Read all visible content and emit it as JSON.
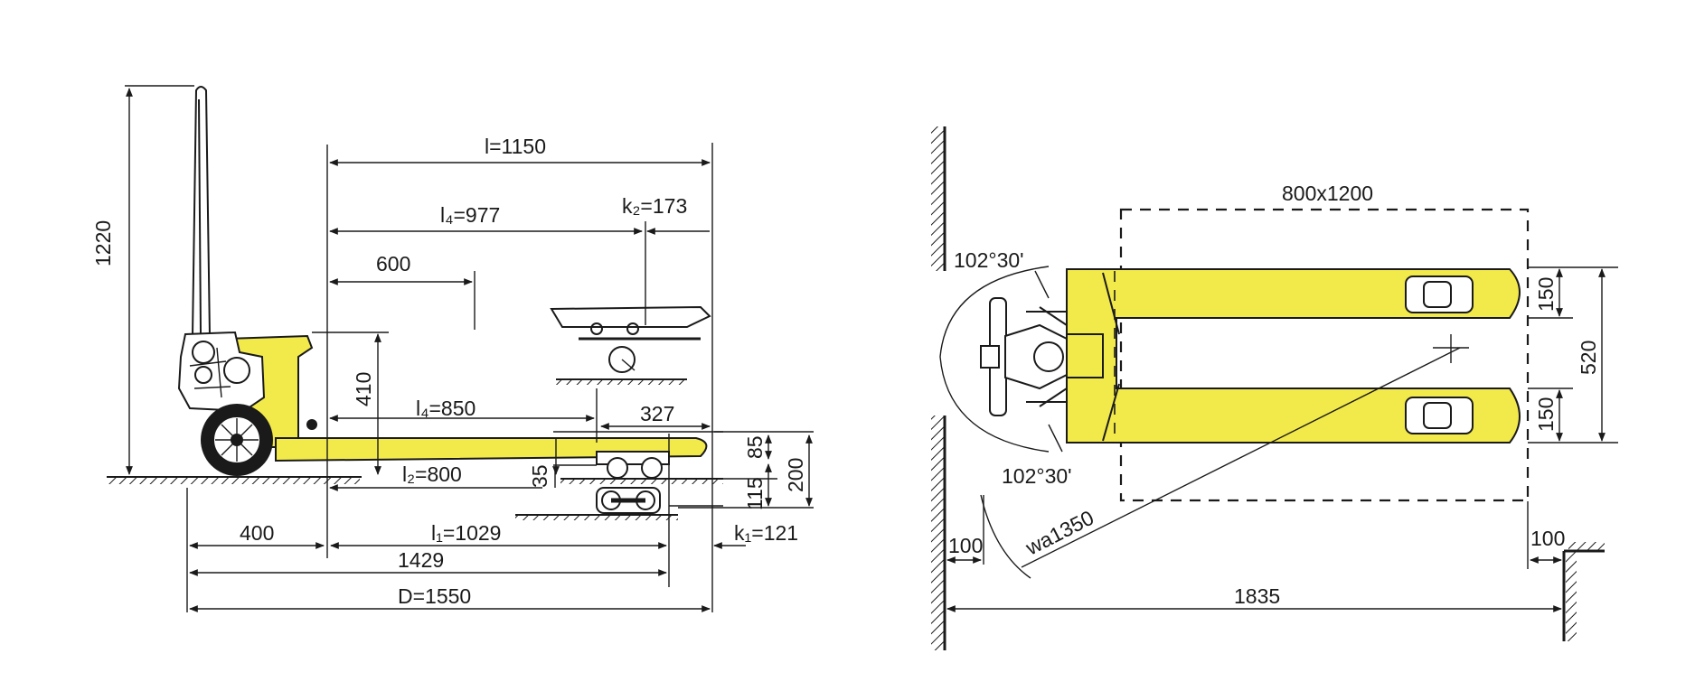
{
  "side_view": {
    "height_1220": "1220",
    "l_1150": "l=1150",
    "k2_173": "k₂=173",
    "l4_977": "l₄=977",
    "d_600": "600",
    "d_410": "410",
    "l4_850": "l₄=850",
    "d_327": "327",
    "l2_800": "l₂=800",
    "d_85": "85",
    "d_35": "35",
    "d_115": "115",
    "d_200": "200",
    "d_400": "400",
    "l1_1029": "l₁=1029",
    "k1_121": "k₁=121",
    "d_1429": "1429",
    "D_1550": "D=1550"
  },
  "top_view": {
    "pallet_800x1200": "800x1200",
    "angle_top": "102°30'",
    "angle_bottom": "102°30'",
    "fork_width_top": "150",
    "fork_width_bottom": "150",
    "overall_width_520": "520",
    "wa_1350": "wa1350",
    "clearance_left_100": "100",
    "clearance_right_100": "100",
    "aisle_1835": "1835"
  },
  "colors": {
    "body": "#f2e94a",
    "line": "#1a1a1a",
    "background": "#ffffff"
  }
}
